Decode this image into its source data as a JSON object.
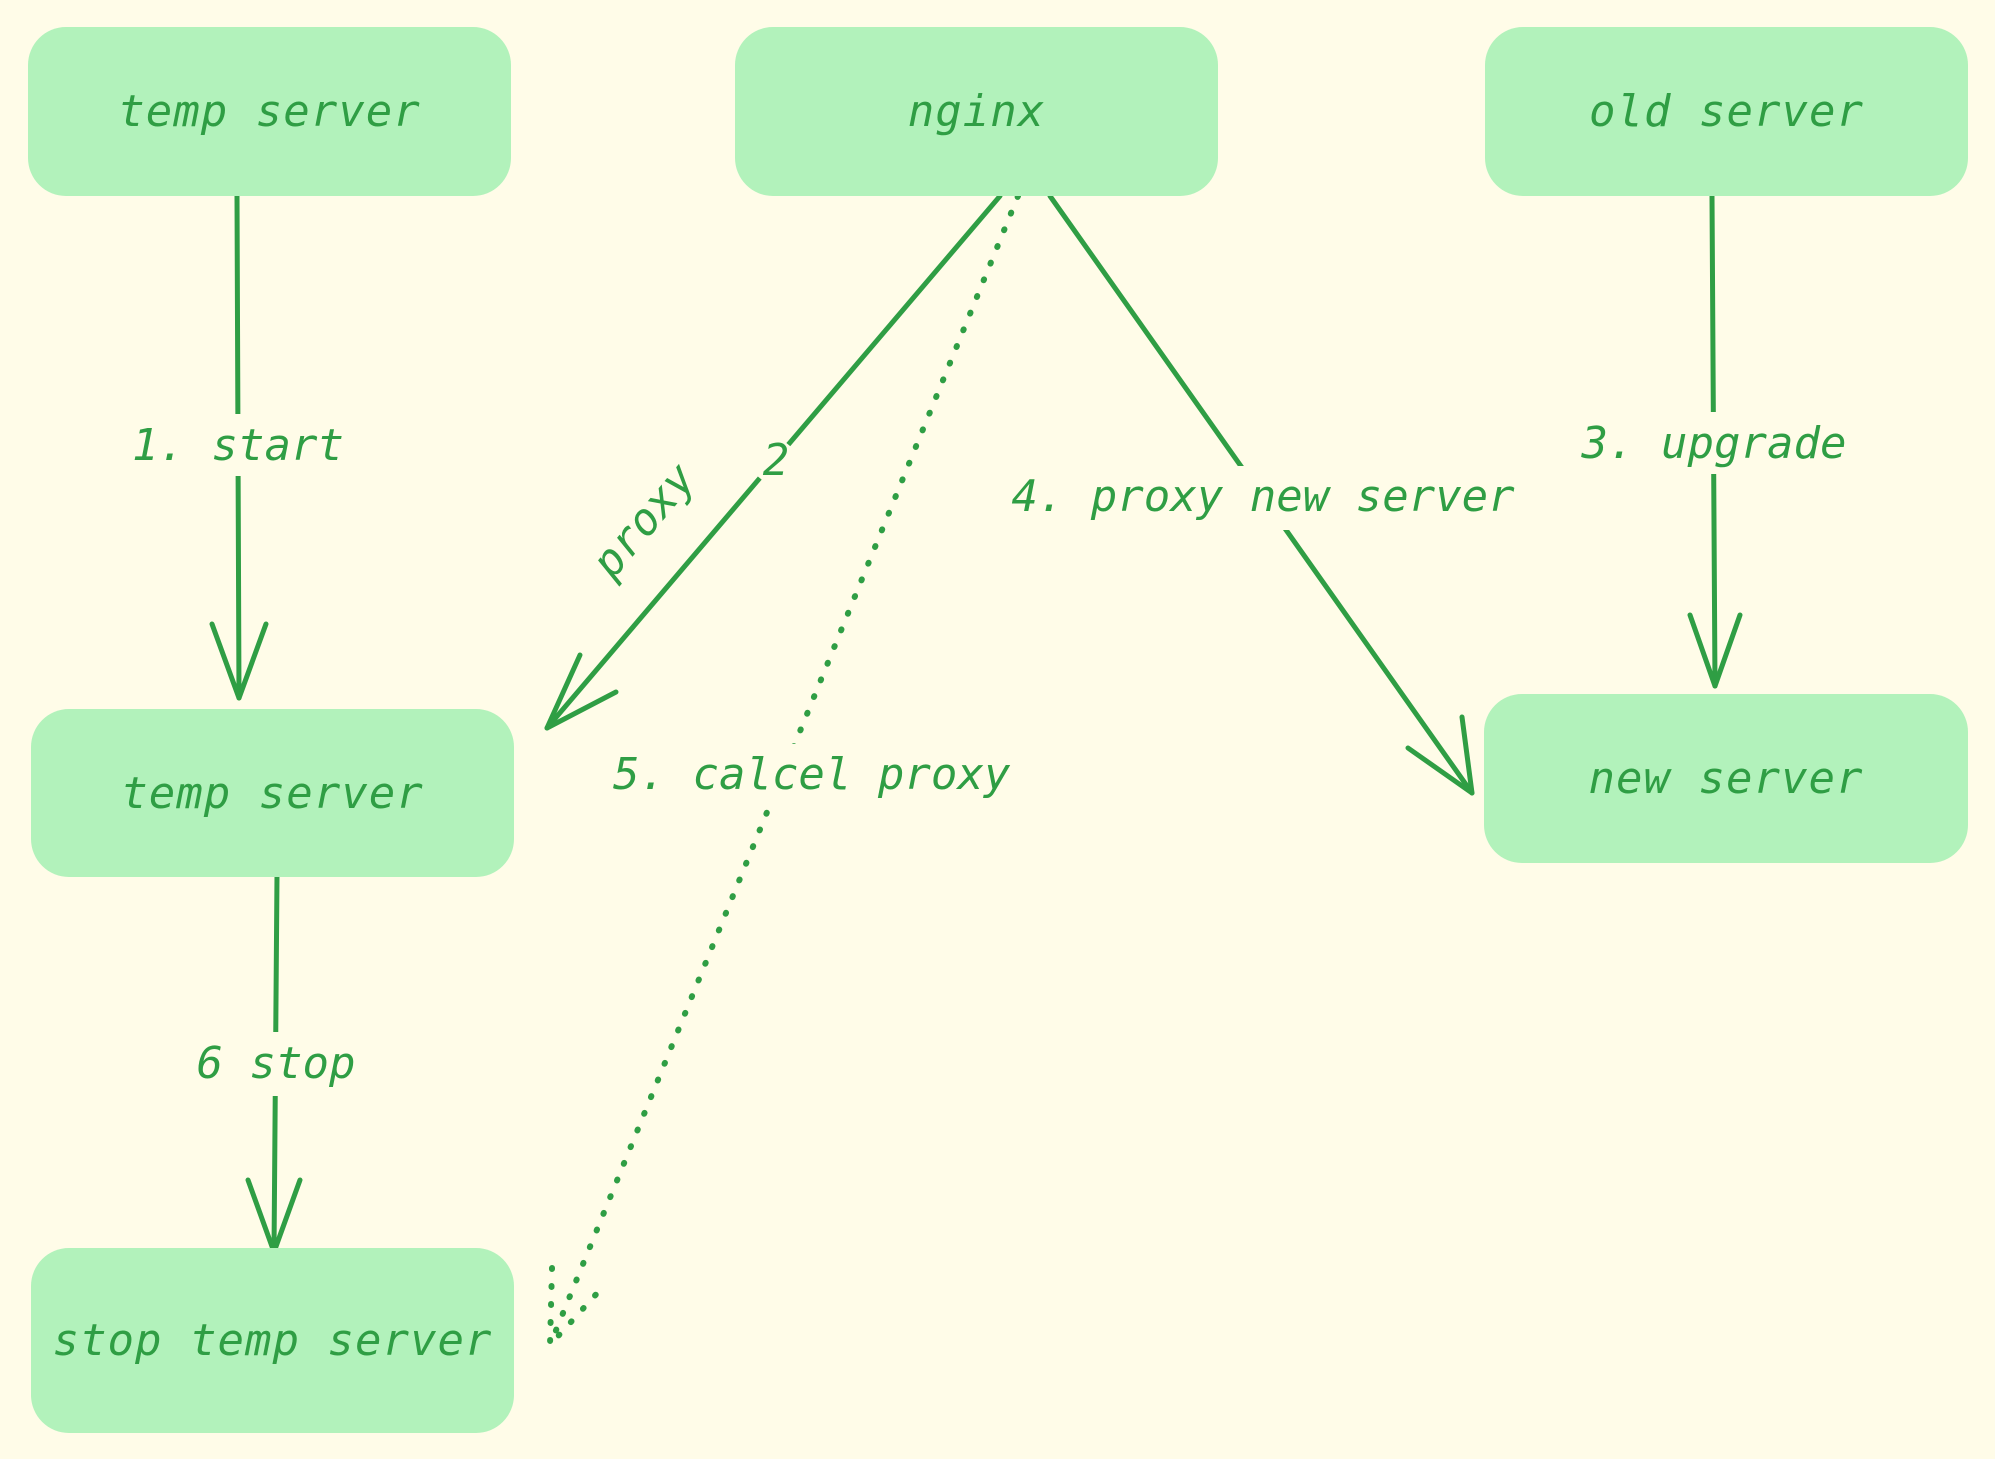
{
  "nodes": {
    "temp_server_top": "temp server",
    "nginx": "nginx",
    "old_server": "old server",
    "temp_server_mid": "temp server",
    "new_server": "new server",
    "stop_temp_server": "stop temp server"
  },
  "edges": {
    "start": "1. start",
    "proxy_word": "proxy",
    "proxy_num": "2",
    "upgrade": "3. upgrade",
    "proxy_new": "4. proxy new server",
    "cancel": "5. calcel proxy",
    "stop": "6 stop"
  },
  "colors": {
    "background": "#fffce8",
    "node_fill": "#b2f2bb",
    "stroke": "#2f9e44"
  }
}
